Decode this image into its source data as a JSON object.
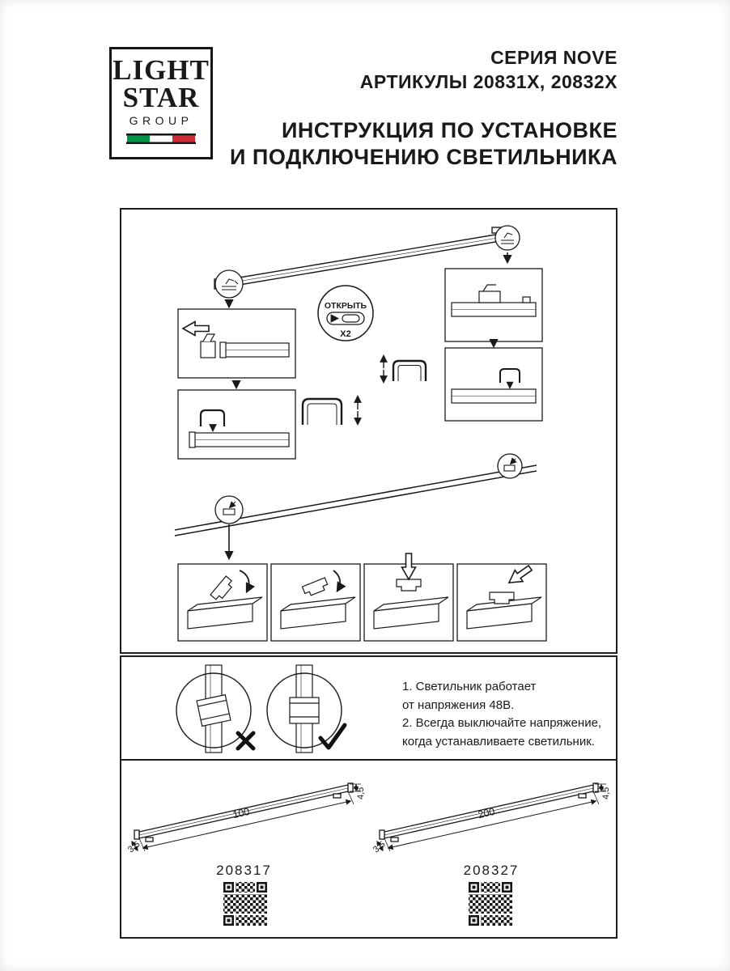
{
  "logo": {
    "line1": "LIGHT",
    "line2": "STAR",
    "line3": "GROUP"
  },
  "header": {
    "series": "СЕРИЯ NOVE",
    "articles": "АРТИКУЛЫ 20831X, 20832X",
    "title_line1": "ИНСТРУКЦИЯ ПО УСТАНОВКЕ",
    "title_line2": "И ПОДКЛЮЧЕНИЮ СВЕТИЛЬНИКА"
  },
  "diagram": {
    "open_label": "ОТКРЫТЬ",
    "open_count": "X2"
  },
  "notes": {
    "line1": "1. Светильник работает",
    "line2": "от напряжения 48В.",
    "line3": "2. Всегда выключайте напряжение,",
    "line4": "когда устанавливаете светильник."
  },
  "products": [
    {
      "article": "208317",
      "length": "100",
      "height": "4,5",
      "width": "3,5"
    },
    {
      "article": "208327",
      "length": "200",
      "height": "4,5",
      "width": "3,5"
    }
  ],
  "colors": {
    "ink": "#1a1a1a",
    "flag_green": "#009246",
    "flag_white": "#ffffff",
    "flag_red": "#ce2b37"
  }
}
